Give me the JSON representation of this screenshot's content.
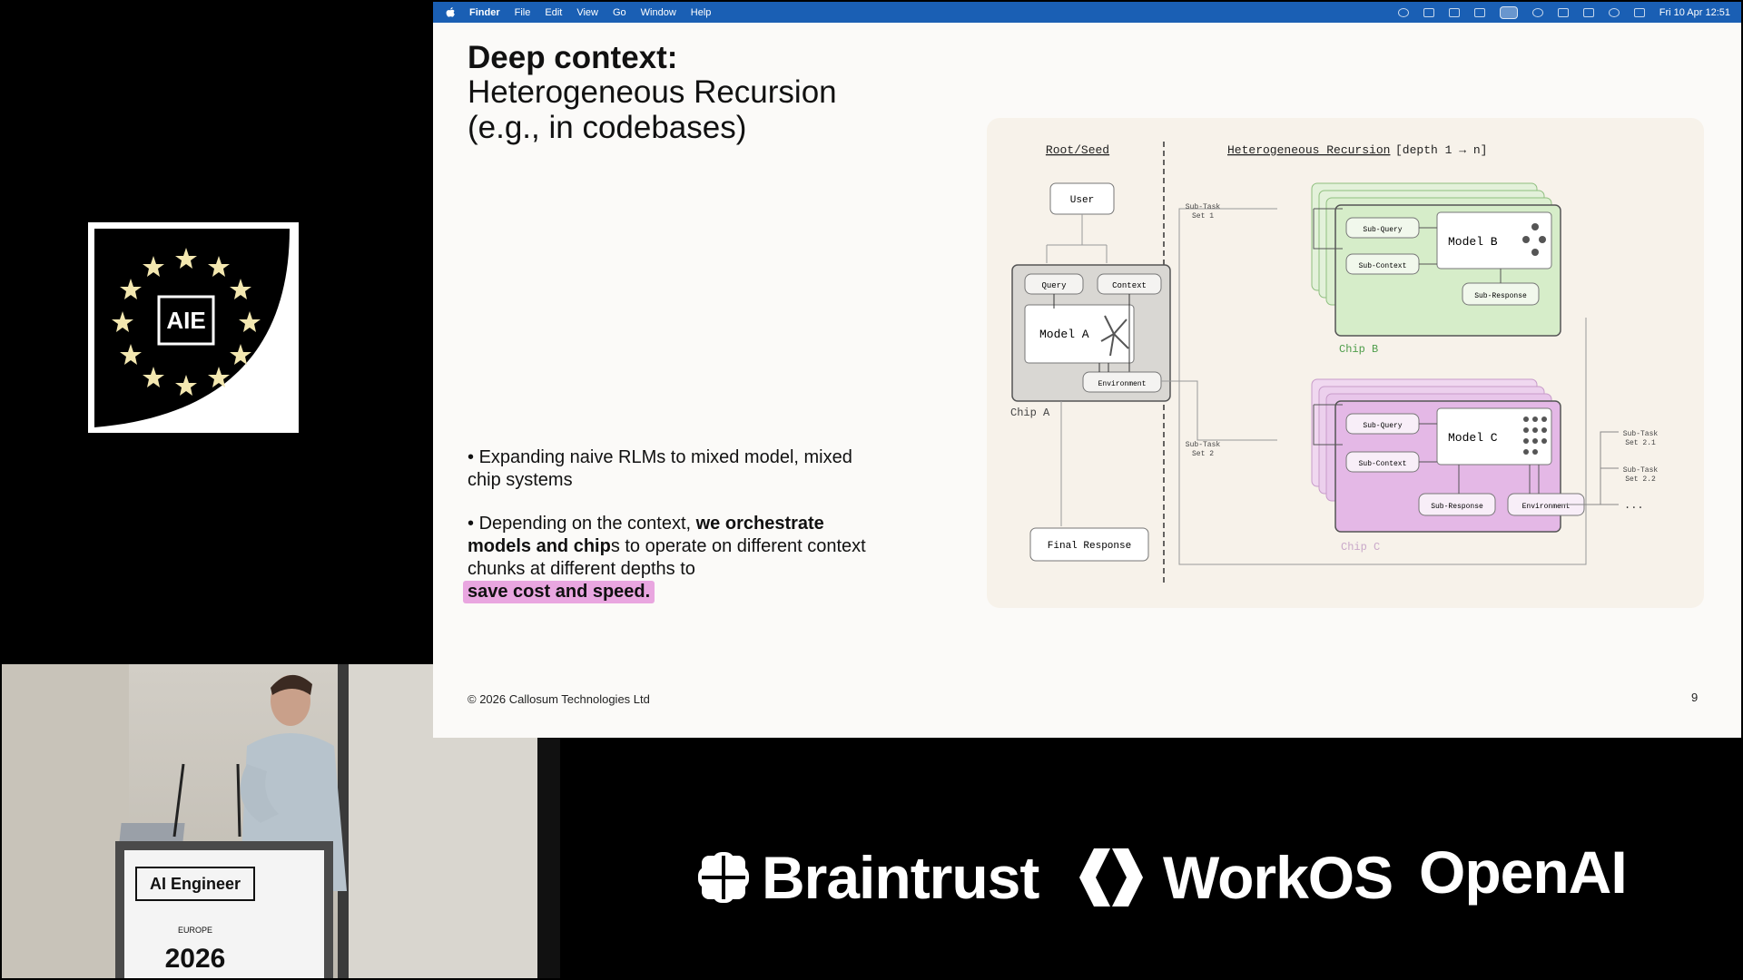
{
  "logo": {
    "text": "AIE"
  },
  "menubar": {
    "app": "Finder",
    "menus": [
      "File",
      "Edit",
      "View",
      "Go",
      "Window",
      "Help"
    ],
    "clock": "Fri 10 Apr 12:51"
  },
  "slide": {
    "title_bold": "Deep context:",
    "title_line2": "Heterogeneous Recursion",
    "title_line3": "(e.g., in codebases)",
    "bullet1": "Expanding naive RLMs to mixed model, mixed chip systems",
    "bullet2_pre": "Depending on the context, ",
    "bullet2_bold": "we orchestrate models and chip",
    "bullet2_mid": "s to operate on different context chunks at different depths to",
    "bullet2_highlight": "save cost and speed.",
    "copyright": "© 2026 Callosum Technologies Ltd",
    "page_number": "9"
  },
  "diagram": {
    "root_header": "Root/Seed",
    "rec_header": "Heterogeneous Recursion",
    "rec_suffix": "[depth 1 → n]",
    "user": "User",
    "query": "Query",
    "context": "Context",
    "model_a": "Model A",
    "environment": "Environment",
    "chip_a": "Chip A",
    "final_response": "Final Response",
    "subtask_set1_l1": "Sub-Task",
    "subtask_set1_l2": "Set 1",
    "subtask_set2_l1": "Sub-Task",
    "subtask_set2_l2": "Set 2",
    "sub_query": "Sub-Query",
    "sub_context": "Sub-Context",
    "model_b": "Model B",
    "sub_response": "Sub-Response",
    "chip_b": "Chip B",
    "model_c": "Model C",
    "chip_c": "Chip C",
    "out1_l1": "Sub-Task",
    "out1_l2": "Set 2.1",
    "out2_l1": "Sub-Task",
    "out2_l2": "Set 2.2",
    "ellipsis": "...",
    "colors": {
      "green": "#d6edc9",
      "green_border": "#6aa55a",
      "purple": "#e4b8e6",
      "purple_border": "#9a5ca0",
      "gray": "#d9d7d3"
    }
  },
  "sponsors": [
    "Braintrust",
    "WorkOS",
    "OpenAI"
  ],
  "video": {
    "podium_label": "AI Engineer",
    "podium_sub": "EUROPE",
    "podium_year": "2026"
  }
}
